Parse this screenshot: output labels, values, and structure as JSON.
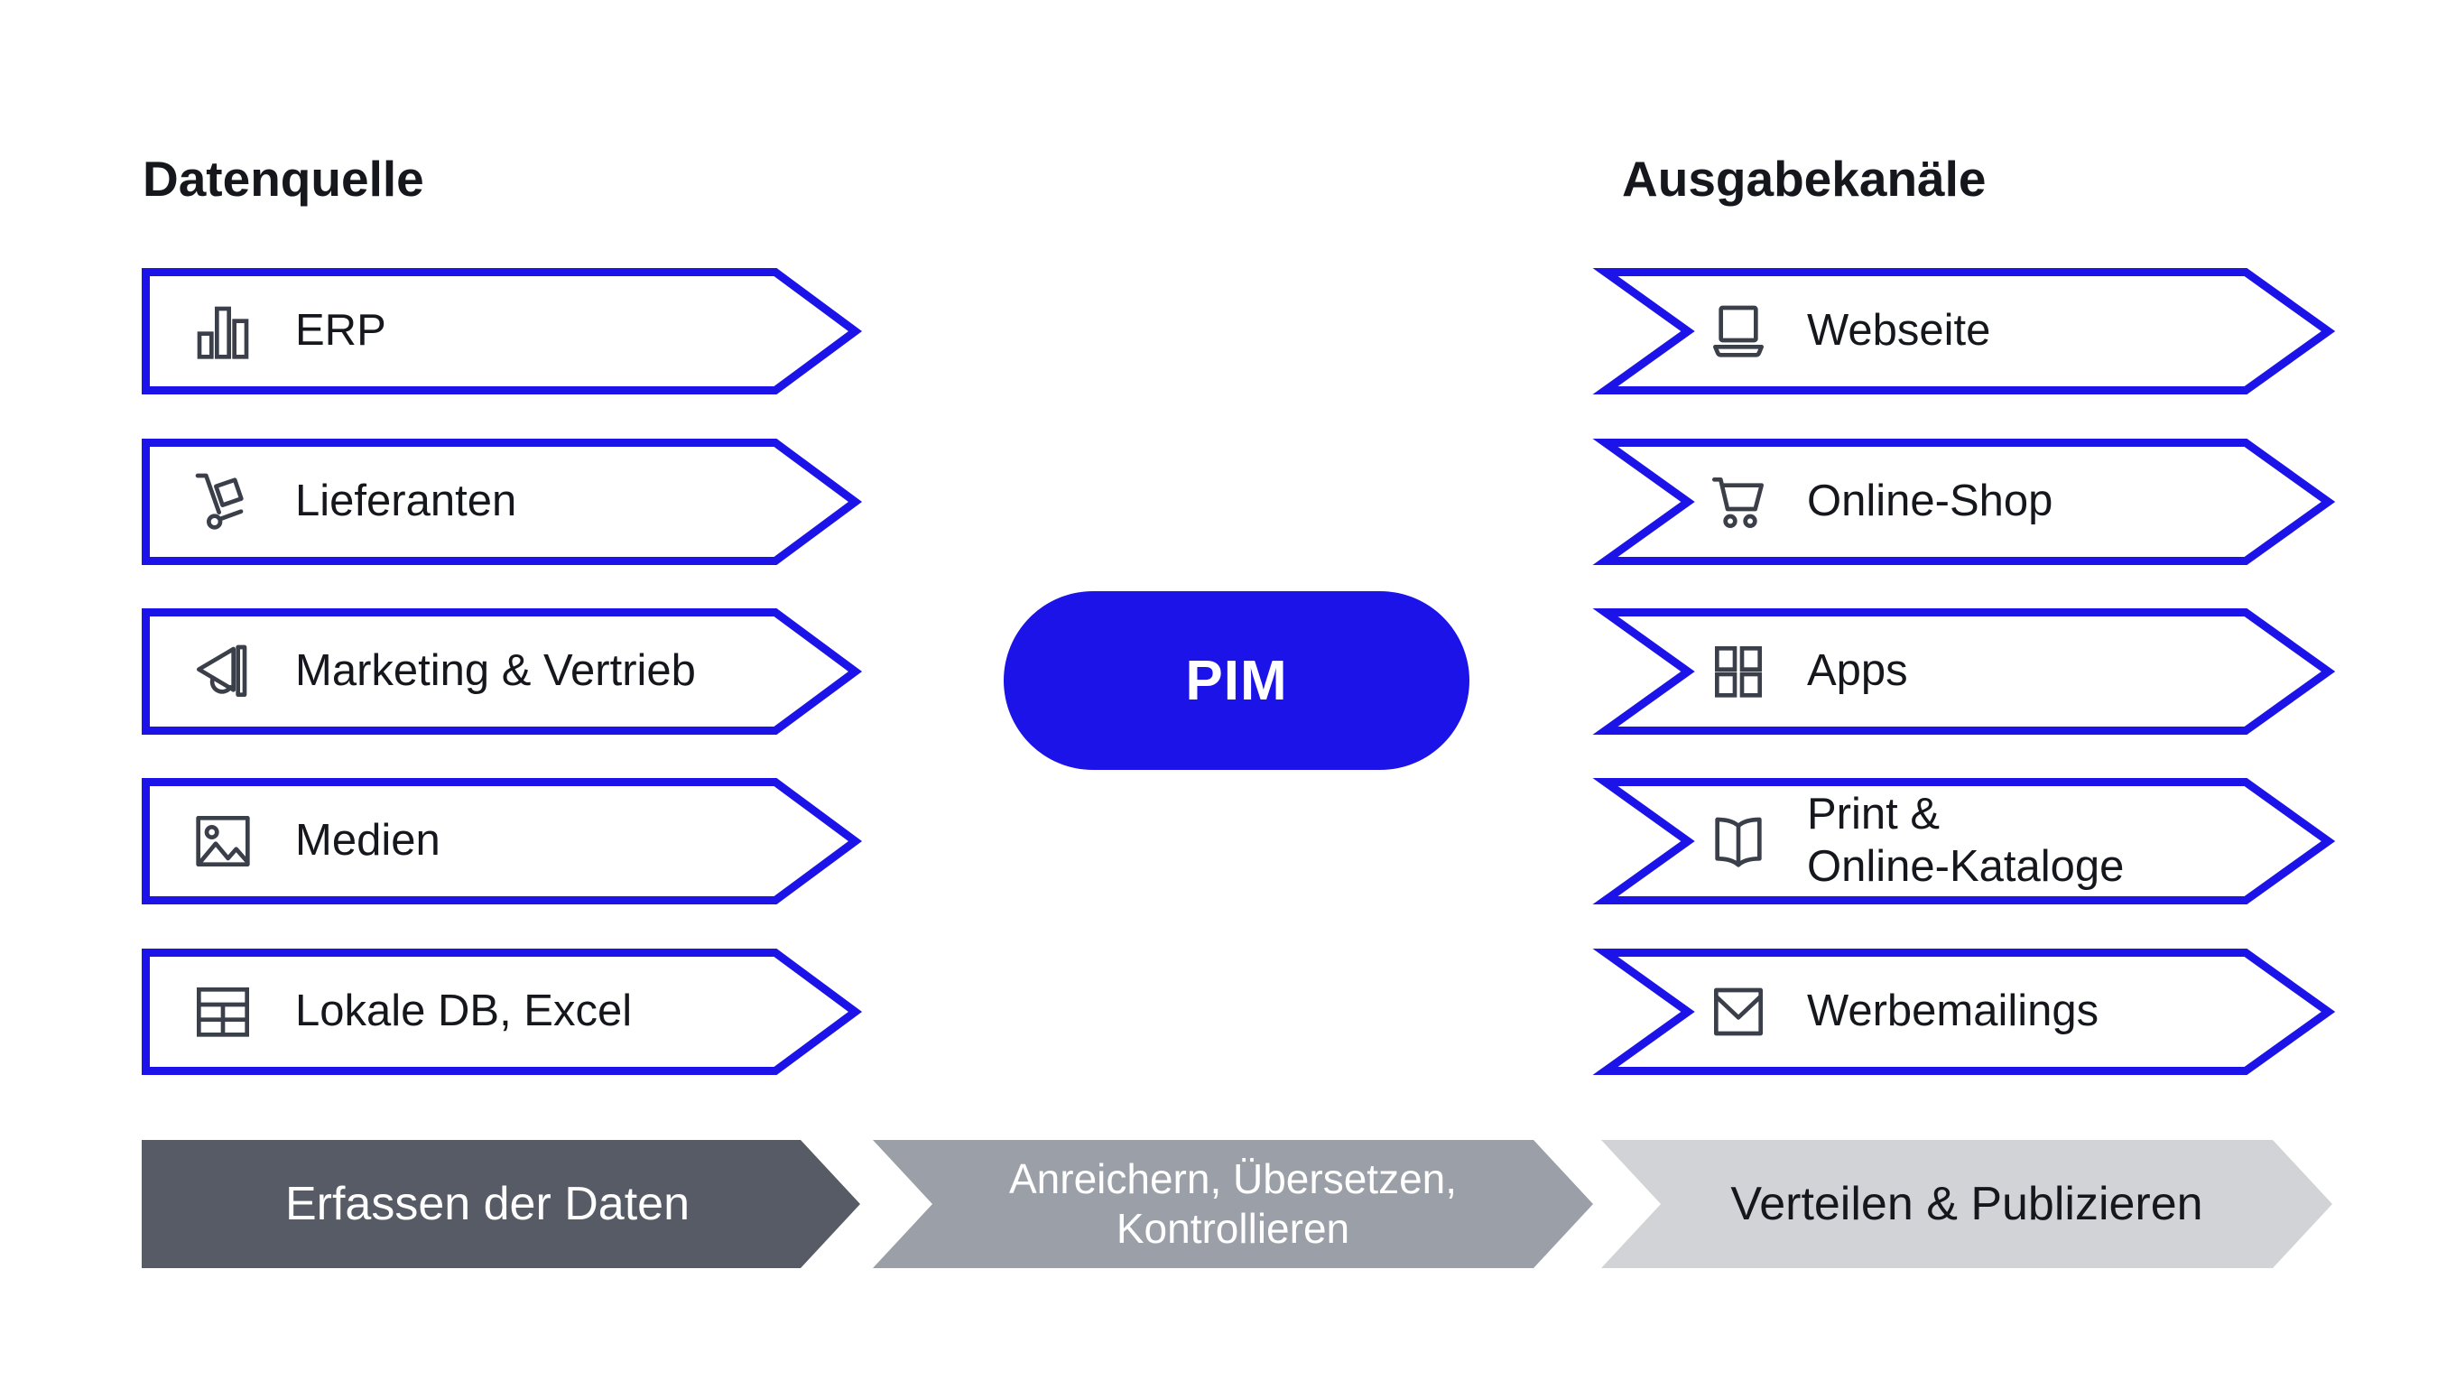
{
  "headings": {
    "sources": "Datenquelle",
    "channels": "Ausgabekanäle"
  },
  "pim": {
    "label": "PIM"
  },
  "sources": [
    {
      "label": "ERP",
      "icon": "bar-chart-icon"
    },
    {
      "label": "Lieferanten",
      "icon": "hand-truck-icon"
    },
    {
      "label": "Marketing & Vertrieb",
      "icon": "megaphone-icon"
    },
    {
      "label": "Medien",
      "icon": "image-icon"
    },
    {
      "label": "Lokale DB, Excel",
      "icon": "table-icon"
    }
  ],
  "channels": [
    {
      "label": "Webseite",
      "icon": "laptop-icon"
    },
    {
      "label": "Online-Shop",
      "icon": "shopping-cart-icon"
    },
    {
      "label": "Apps",
      "icon": "app-grid-icon"
    },
    {
      "label": "Print &\nOnline-Kataloge",
      "icon": "open-book-icon"
    },
    {
      "label": "Werbemailings",
      "icon": "envelope-icon"
    }
  ],
  "process_steps": [
    {
      "label": "Erfassen der Daten"
    },
    {
      "label": "Anreichern, Übersetzen,\nKontrollieren"
    },
    {
      "label": "Verteilen & Publizieren"
    }
  ],
  "colors": {
    "accent_blue": "#1C13E8",
    "icon_gray": "#3A3F49",
    "text_dark": "#15171C",
    "step1_bg": "#565B66",
    "step2_bg": "#9BA0A8",
    "step3_bg": "#D2D3D6",
    "step1_text": "#FFFFFF",
    "step2_text": "#FFFFFF",
    "step3_text": "#15171C"
  }
}
